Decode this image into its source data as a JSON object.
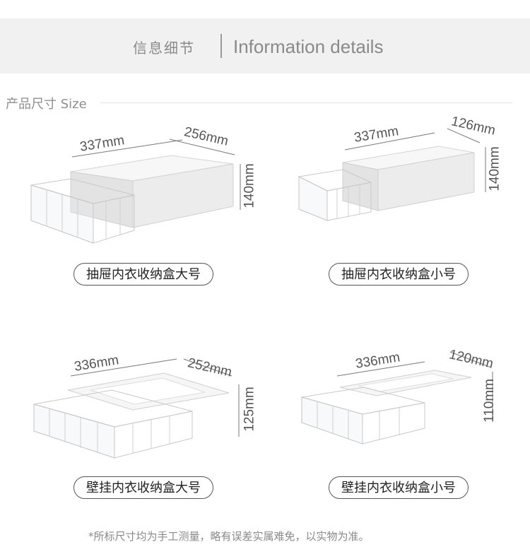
{
  "header": {
    "title_cn": "信息细节",
    "title_en": "Information details"
  },
  "section": {
    "title": "产品尺寸 Size"
  },
  "products": [
    {
      "name": "抽屉内衣收纳盒大号",
      "width": "337mm",
      "depth": "256mm",
      "height": "140mm"
    },
    {
      "name": "抽屉内衣收纳盒小号",
      "width": "337mm",
      "depth": "126mm",
      "height": "140mm"
    },
    {
      "name": "壁挂内衣收纳盒大号",
      "width": "336mm",
      "depth": "252mm",
      "height": "125mm"
    },
    {
      "name": "壁挂内衣收纳盒小号",
      "width": "336mm",
      "depth": "120mm",
      "height": "110mm"
    }
  ],
  "footnote": "*所标尺寸均为手工测量，略有误差实属难免，以实物为准。"
}
